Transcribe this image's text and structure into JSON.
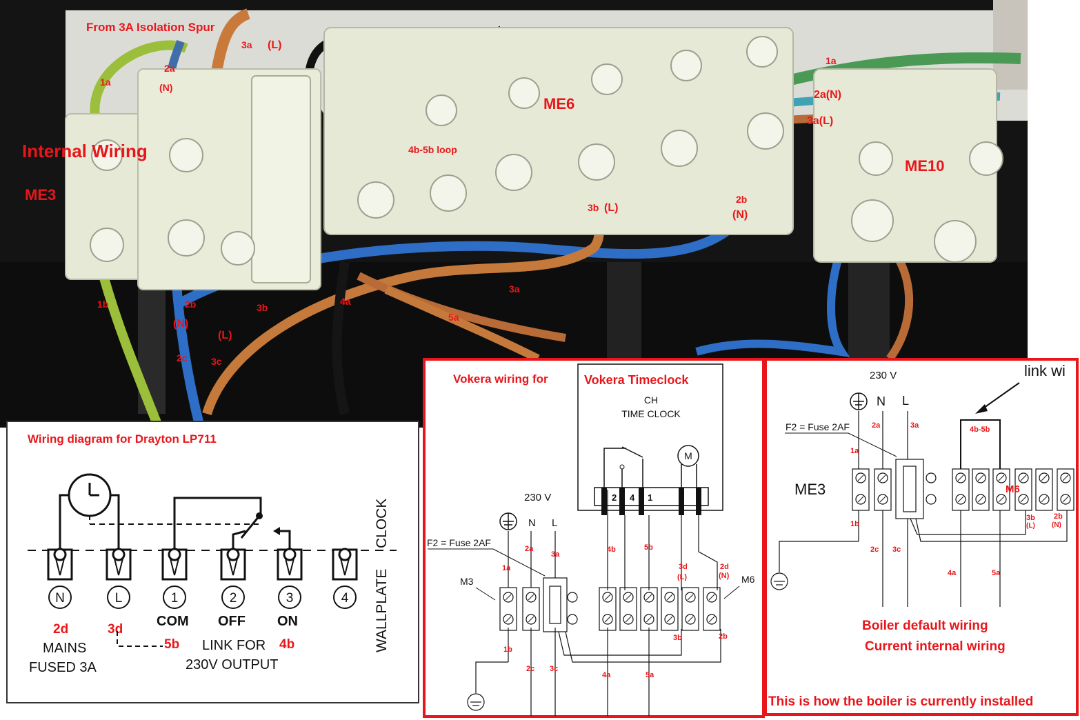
{
  "photo": {
    "title": "From 3A Isolation Spur",
    "internal_wiring": "Internal Wiring",
    "me3": "ME3",
    "me6": "ME6",
    "me10": "ME10",
    "loop": "4b-5b loop",
    "wire_labels": {
      "w1a_left": "1a",
      "w2a_left": "2a",
      "n_left": "(N)",
      "w3a_top": "3a",
      "l_top": "(L)",
      "w1a_right": "1a",
      "w2a_right": "2a(N)",
      "w3a_right": "3a(L)",
      "w3b_l": "3b",
      "l_3b": "(L)",
      "w2b": "2b",
      "n_2b": "(N)",
      "w1b": "1b",
      "w2b_low": "2b",
      "n_low": "(N)",
      "w3b_low": "3b",
      "w4a": "4a",
      "w3a_low": "3a",
      "w5a": "5a",
      "l_low": "(L)",
      "w2c": "2c",
      "w3c": "3c"
    }
  },
  "drayton": {
    "title": "Wiring diagram for Drayton LP711",
    "terminals": [
      "N",
      "L",
      "1",
      "2",
      "3",
      "4"
    ],
    "com": "COM",
    "off": "OFF",
    "on": "ON",
    "red_2d": "2d",
    "red_3d": "3d",
    "red_5b": "5b",
    "red_4b": "4b",
    "mains": "MAINS",
    "fused": "FUSED 3A",
    "link_for": "LINK FOR",
    "output": "230V OUTPUT",
    "wallplate": "WALLPLATE",
    "clock": "CLOCK"
  },
  "vokera": {
    "title_a": "Vokera wiring for",
    "title_b": "Vokera Timeclock",
    "ch": "CH",
    "timeclock": "TIME CLOCK",
    "voltage": "230 V",
    "n": "N",
    "l": "L",
    "fuse": "F2 = Fuse 2AF",
    "m3": "M3",
    "m6": "M6",
    "motor": "M",
    "clock_terms": [
      "2",
      "4",
      "1"
    ],
    "labels": {
      "a2a": "2a",
      "a3a": "3a",
      "a1a": "1a",
      "a4b": "4b",
      "a5b": "5b",
      "a3d": "3d",
      "a3d_l": "(L)",
      "a2d": "2d",
      "a2d_n": "(N)",
      "a1b": "1b",
      "a2c": "2c",
      "a3c": "3c",
      "a4a": "4a",
      "a5a": "5a",
      "a3b": "3b",
      "a2b": "2b"
    }
  },
  "boiler": {
    "voltage": "230 V",
    "n": "N",
    "l": "L",
    "fuse": "F2 = Fuse 2AF",
    "link": "link wi",
    "loop": "4b-5b",
    "me3": "ME3",
    "m6": "M6",
    "labels": {
      "b2a": "2a",
      "b3a": "3a",
      "b1a": "1a",
      "b1b": "1b",
      "b2c": "2c",
      "b3c": "3c",
      "b4a": "4a",
      "b5a": "5a",
      "b3b": "3b",
      "b3b_l": "(L)",
      "b2b": "2b",
      "b2b_n": "(N)"
    },
    "caption1": "Boiler default wiring",
    "caption2": "Current internal wiring",
    "caption3": "This is how the boiler is currently installed"
  },
  "colors": {
    "accent": "#e8161a",
    "photo_bg": "#111111",
    "block": "#e9ecd9"
  }
}
